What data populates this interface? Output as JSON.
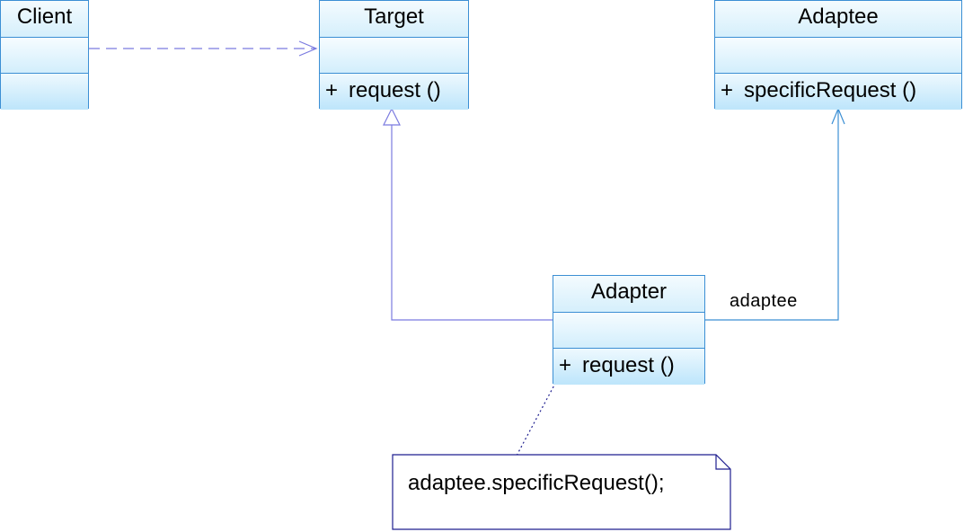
{
  "diagram": {
    "classes": {
      "client": {
        "name": "Client",
        "operations": []
      },
      "target": {
        "name": "Target",
        "operations": [
          {
            "visibility": "+",
            "signature": "request ()"
          }
        ]
      },
      "adaptee": {
        "name": "Adaptee",
        "operations": [
          {
            "visibility": "+",
            "signature": "specificRequest ()"
          }
        ]
      },
      "adapter": {
        "name": "Adapter",
        "operations": [
          {
            "visibility": "+",
            "signature": "request ()"
          }
        ]
      }
    },
    "relationships": {
      "client_target": {
        "kind": "dependency",
        "from": "Client",
        "to": "Target"
      },
      "adapter_target": {
        "kind": "generalization",
        "from": "Adapter",
        "to": "Target"
      },
      "adapter_adaptee": {
        "kind": "association",
        "from": "Adapter",
        "to": "Adaptee",
        "role": "adaptee"
      }
    },
    "note": {
      "text": "adaptee.specificRequest();",
      "attached_to": "Adapter.request"
    },
    "colors": {
      "class_border": "#3c8fd4",
      "class_fill_top": "#f3fbfe",
      "class_fill_bottom": "#bfe6fb",
      "connector": "#7b7be0",
      "note_border": "#1f1f8f"
    }
  }
}
